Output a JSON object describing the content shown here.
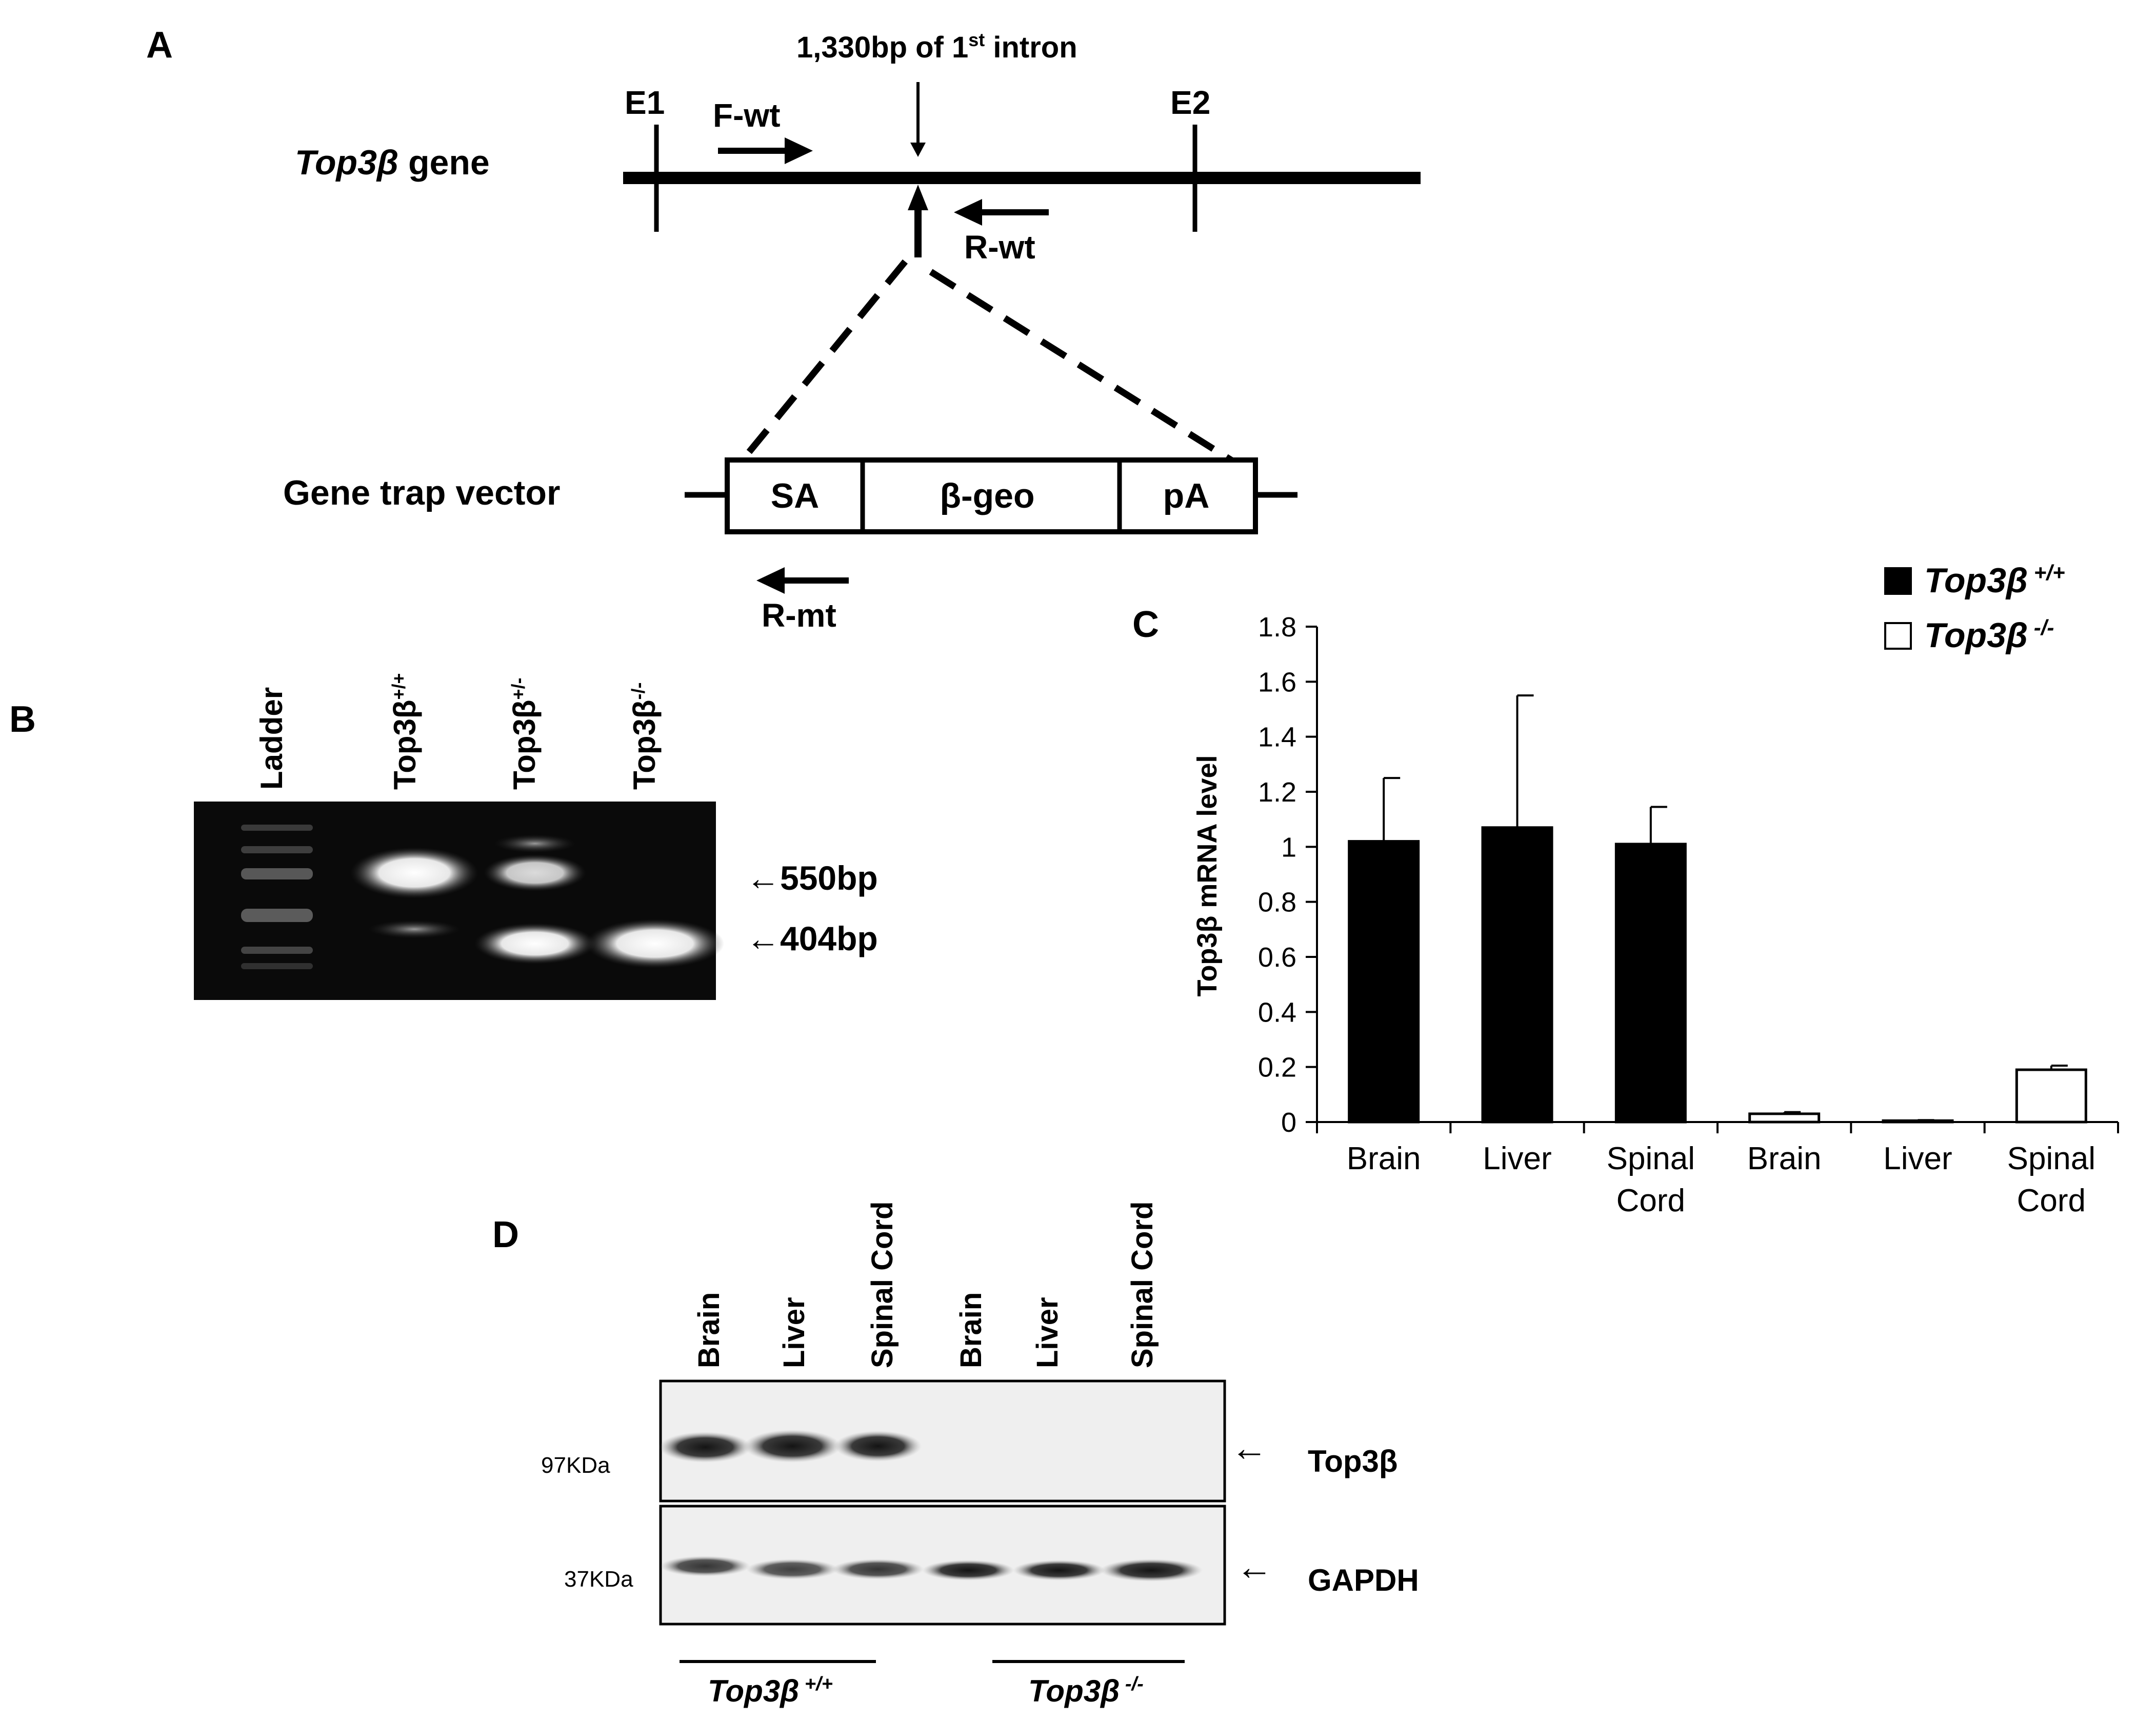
{
  "panels": {
    "A": "A",
    "B": "B",
    "C": "C",
    "D": "D"
  },
  "panel_a": {
    "intron_label_main": "1,330bp of 1",
    "intron_label_sup": "st",
    "intron_label_tail": " intron",
    "e1": "E1",
    "e2": "E2",
    "gene_name": "Top3β",
    "gene_word": " gene",
    "f_wt": "F-wt",
    "r_wt": "R-wt",
    "vector_label": "Gene trap vector",
    "sa": "SA",
    "bgeo": "β-geo",
    "pa": "pA",
    "r_mt": "R-mt"
  },
  "panel_b": {
    "lanes": [
      {
        "label": "Ladder",
        "sup": ""
      },
      {
        "label": "Top3β",
        "sup": "+/+"
      },
      {
        "label": "Top3β",
        "sup": "+/-"
      },
      {
        "label": "Top3β",
        "sup": "-/-"
      }
    ],
    "band_550": "←550bp",
    "band_404": "←404bp"
  },
  "legend": {
    "wt_name": "Top3β",
    "wt_sup": " +/+",
    "ko_name": "Top3β",
    "ko_sup": " -/-"
  },
  "chart_data": {
    "type": "bar",
    "ylabel": "Top3β mRNA level",
    "ylim": [
      0,
      1.8
    ],
    "yticks": [
      "0",
      "0.2",
      "0.4",
      "0.6",
      "0.8",
      "1",
      "1.2",
      "1.4",
      "1.6",
      "1.8"
    ],
    "categories": [
      "Brain",
      "Liver",
      "Spinal Cord",
      "Brain",
      "Liver",
      "Spinal Cord"
    ],
    "category_lines": [
      [
        "Brain"
      ],
      [
        "Liver"
      ],
      [
        "Spinal",
        "Cord"
      ],
      [
        "Brain"
      ],
      [
        "Liver"
      ],
      [
        "Spinal",
        "Cord"
      ]
    ],
    "values": [
      1.02,
      1.07,
      1.01,
      0.03,
      0.005,
      0.19
    ],
    "errors": [
      0.23,
      0.48,
      0.135,
      0.006,
      0.002,
      0.015
    ],
    "groups": [
      "Top3β +/+",
      "Top3β +/+",
      "Top3β +/+",
      "Top3β -/-",
      "Top3β -/-",
      "Top3β -/-"
    ],
    "colors": {
      "wt": "#000000",
      "ko": "#ffffff"
    },
    "legend_position": "top-right",
    "grid": false
  },
  "panel_d": {
    "lanes": [
      "Brain",
      "Liver",
      "Spinal Cord",
      "Brain",
      "Liver",
      "Spinal Cord"
    ],
    "mw_top": "97KDa",
    "mw_bottom": "37KDa",
    "top_band": "Top3β",
    "bottom_band": "GAPDH",
    "arrow": "←",
    "group_wt_name": "Top3β",
    "group_wt_sup": " +/+",
    "group_ko_name": "Top3β",
    "group_ko_sup": " -/-"
  }
}
